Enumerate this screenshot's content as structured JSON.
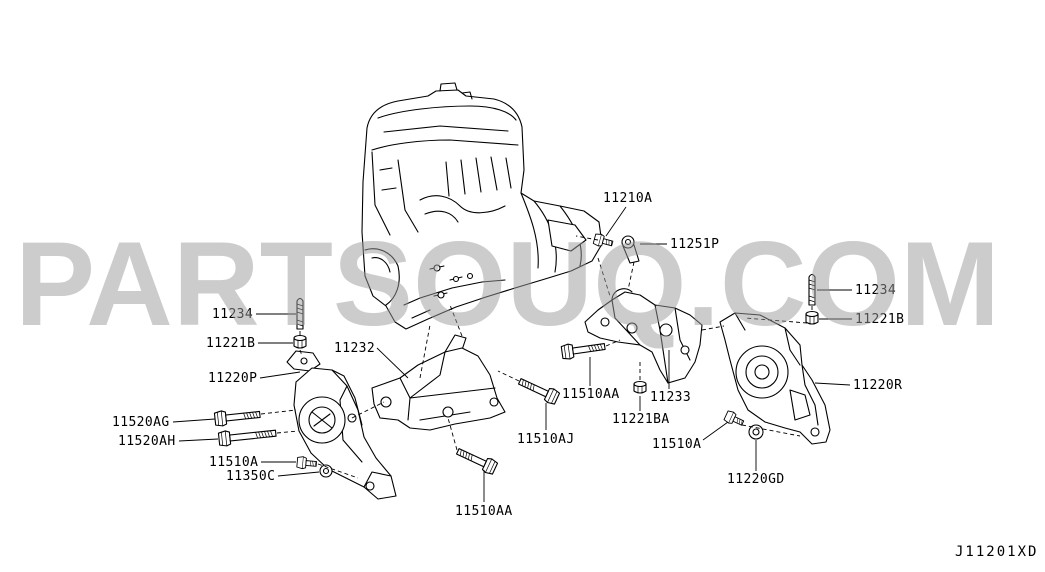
{
  "watermark": "PARTSOUQ.COM",
  "diagram_code": "J11201XD",
  "callouts": [
    "11210A",
    "11251P",
    "11234",
    "11221B",
    "11220R",
    "11233",
    "11510AA",
    "11221BA",
    "11510A",
    "11220GD",
    "11232",
    "11234",
    "11221B",
    "11220P",
    "11520AG",
    "11520AH",
    "11510A",
    "11350C",
    "11510AJ",
    "11510AA"
  ],
  "colors": {
    "background": "#ffffff",
    "line_art": "#000000",
    "watermark": "#b3b3b3"
  }
}
